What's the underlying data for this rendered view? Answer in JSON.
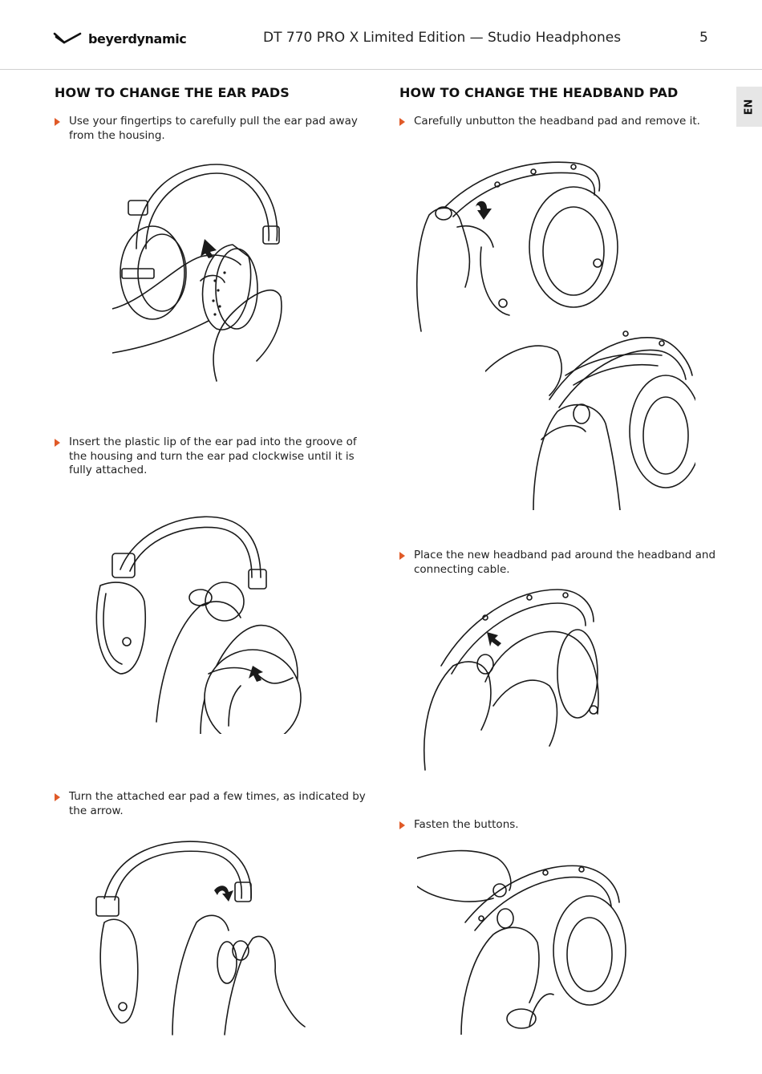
{
  "header": {
    "brand": "beyerdynamic",
    "document_title": "DT 770 PRO X Limited Edition — Studio Headphones",
    "page_number": "5",
    "language_tab": "EN"
  },
  "sections": {
    "ear_pads": {
      "title": "HOW TO CHANGE THE EAR PADS",
      "steps": [
        "Use your fingertips to carefully pull the ear pad away from the housing.",
        "Insert the plastic lip of the ear pad into the groove of the housing and turn the ear pad clockwise until it is fully attached.",
        "Turn the attached ear pad a few times, as indicated by the arrow."
      ]
    },
    "headband_pad": {
      "title": "HOW TO CHANGE THE HEADBAND PAD",
      "steps": [
        "Carefully unbutton the headband pad and remove it.",
        "Place the new headband pad around the headband and connecting cable.",
        "Fasten the buttons."
      ]
    }
  },
  "colors": {
    "bullet_accent": "#e05a28",
    "text": "#1a1a1a",
    "language_tab_bg": "#e6e6e6",
    "rule": "#cfcfcf"
  },
  "icons": {
    "logo": "beyerdynamic-logo-icon",
    "bullet": "triangle-right-icon"
  }
}
